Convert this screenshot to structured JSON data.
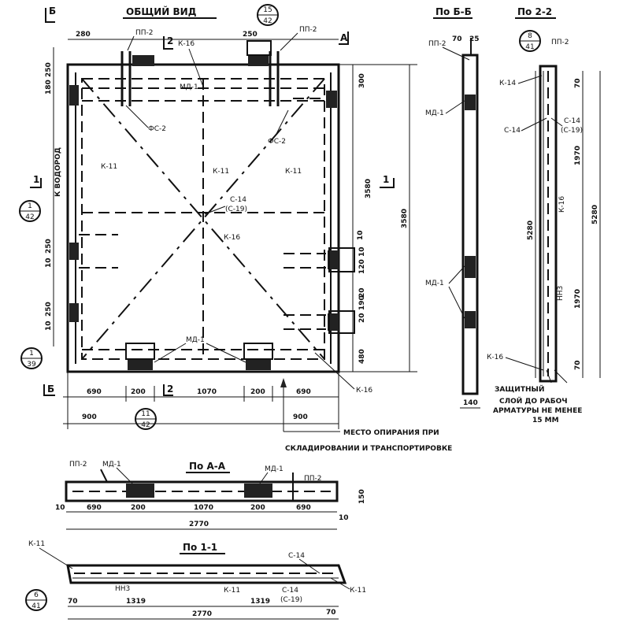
{
  "views": {
    "general": {
      "title": "ОБЩИЙ ВИД",
      "circle_top": "15",
      "circle_bottom": "42"
    },
    "section_bb": {
      "title": "По Б-Б"
    },
    "section_22": {
      "title": "По 2-2",
      "circle_top": "8",
      "circle_bottom": "41"
    },
    "section_aa": {
      "title": "По А-А"
    },
    "section_11": {
      "title": "По 1-1",
      "circle_top": "6",
      "circle_bottom": "41"
    }
  },
  "section_marks": {
    "b": "Б",
    "a": "А",
    "one": "1",
    "two": "2"
  },
  "side_label": "К ВОДОРОД",
  "callout_circles": [
    {
      "top": "1",
      "bottom": "42"
    },
    {
      "top": "1",
      "bottom": "39"
    },
    {
      "top": "11",
      "bottom": "42"
    }
  ],
  "labels": {
    "pp2": "ПП-2",
    "k16": "К-16",
    "k11": "К-11",
    "md1": "МД-1",
    "s14": "С-14",
    "s14_alt": "(С-19)",
    "nn3": "НН3",
    "fs2": "ФС-2",
    "k14": "К-14"
  },
  "dimensions": {
    "bottom": [
      "690",
      "200",
      "1070",
      "200",
      "690"
    ],
    "bottom_sub": [
      "900",
      "900"
    ],
    "top": [
      "280",
      "250"
    ],
    "right": [
      "300",
      "3580",
      "3580",
      "10",
      "120",
      "20",
      "20",
      "190",
      "10",
      "480"
    ],
    "left": [
      "180",
      "250",
      "10",
      "250",
      "10",
      "250"
    ],
    "sec_22": [
      "5280",
      "1970",
      "5280",
      "1970",
      "70",
      "70"
    ],
    "sec_bb": [
      "70",
      "25",
      "140"
    ],
    "sec_aa": [
      "690",
      "200",
      "1070",
      "200",
      "690",
      "2770",
      "10",
      "10",
      "150"
    ],
    "sec_11": [
      "1319",
      "1319",
      "2770",
      "70",
      "70"
    ]
  },
  "notes": {
    "support_1": "МЕСТО ОПИРАНИЯ ПРИ",
    "support_2": "СКЛАДИРОВАНИИ И ТРАНСПОРТИРОВКЕ",
    "protect_1": "ЗАЩИТНЫЙ",
    "protect_2": "СЛОЙ ДО РАБОЧ",
    "protect_3": "АРМАТУРЫ НЕ МЕНЕЕ",
    "protect_4": "15 ММ"
  }
}
